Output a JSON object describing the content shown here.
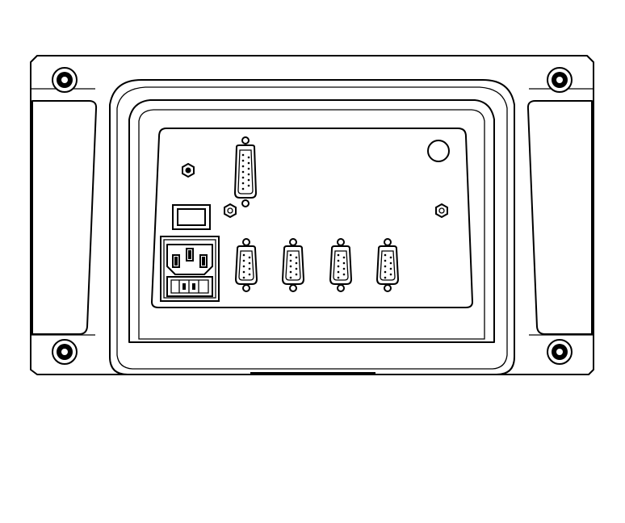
{
  "device": {
    "view": "rear-panel",
    "colors": {
      "line": "#000000",
      "fill": "#ffffff"
    },
    "feet": [
      "mounting-screw",
      "mounting-screw",
      "mounting-screw",
      "mounting-screw"
    ],
    "vents": [
      "left-vent-grille",
      "right-vent-grille"
    ],
    "connectors": {
      "db15": 1,
      "db9": 4,
      "power_inlet": "iec-inlet-with-fuse",
      "power_switch": "rocker-switch",
      "ground_posts": 2
    }
  }
}
